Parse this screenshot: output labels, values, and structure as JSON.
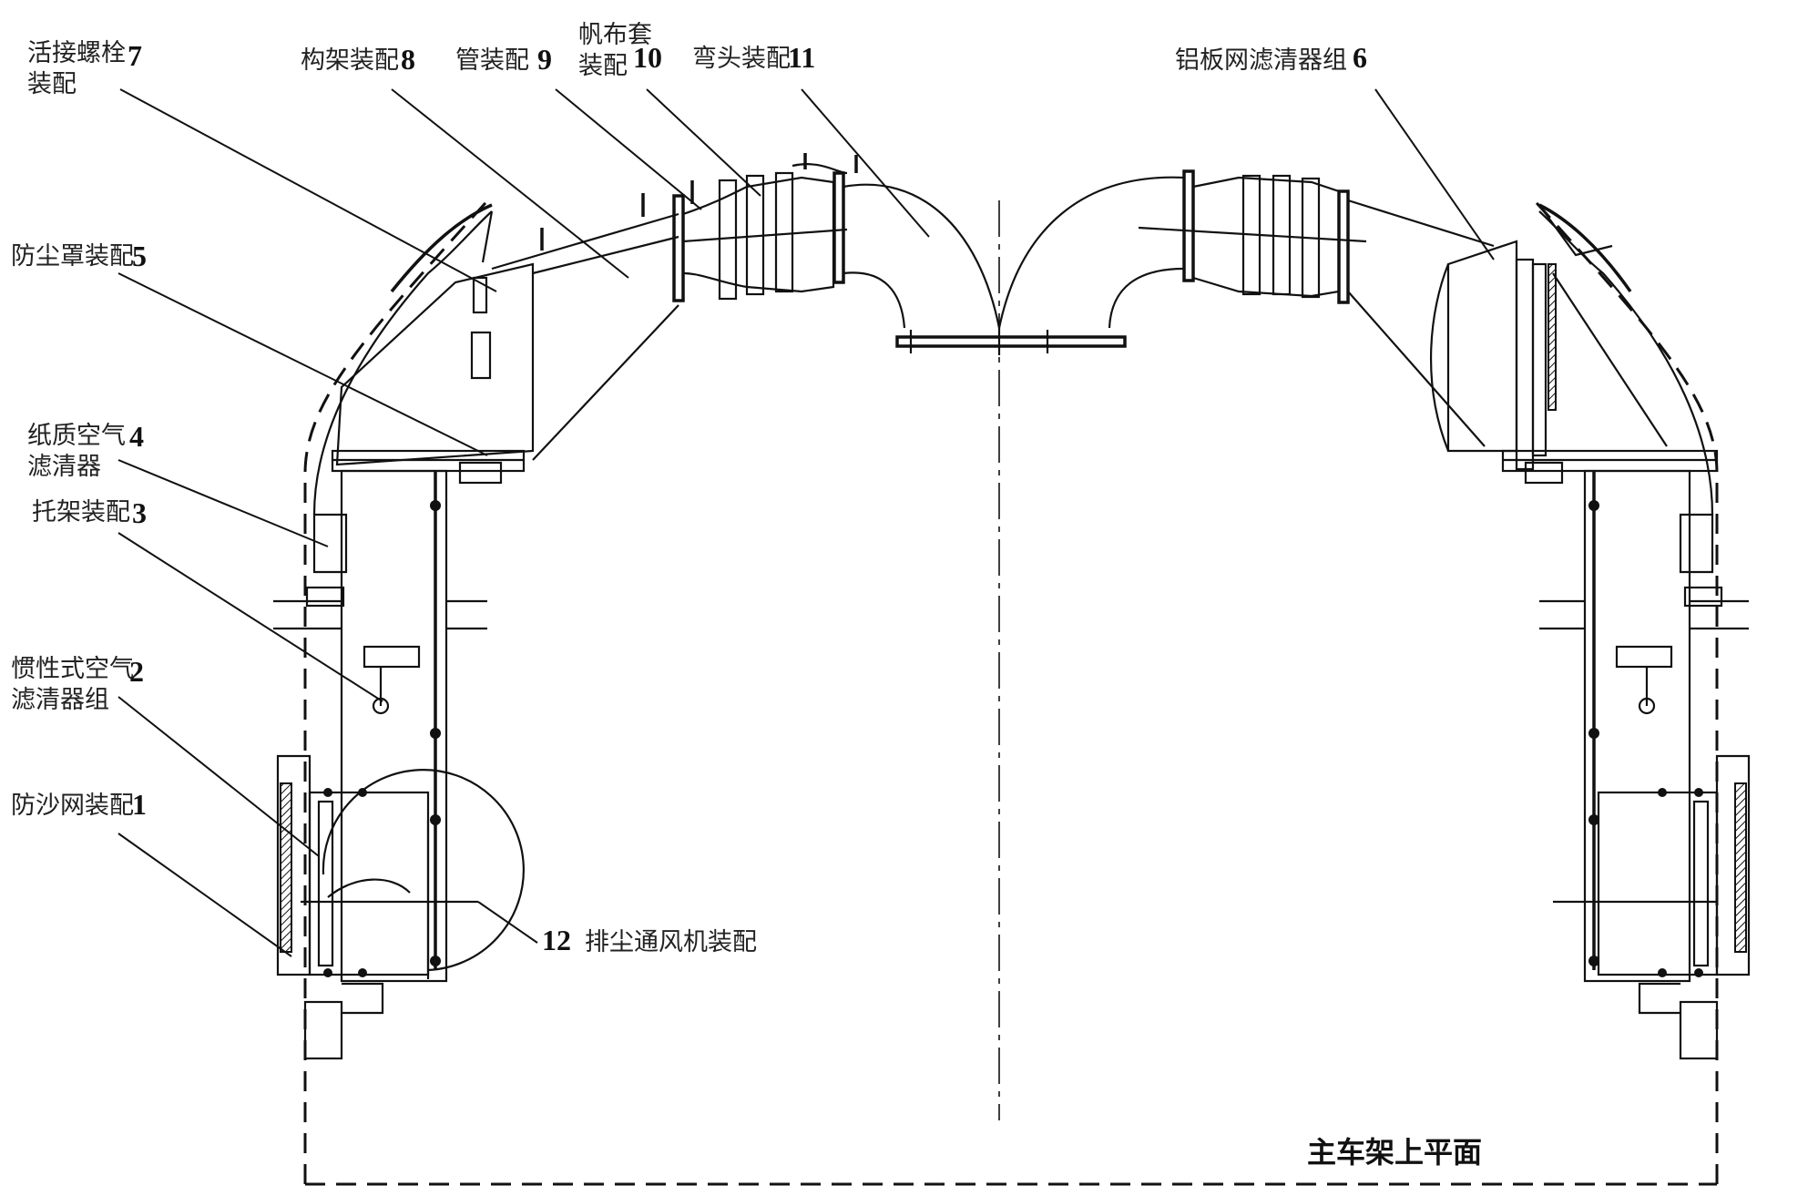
{
  "parts": [
    {
      "number": "1",
      "name": "防沙网装配"
    },
    {
      "number": "2",
      "name": "惯性式空气滤清器组",
      "name_lines": [
        "惯性式空气",
        "滤清器组"
      ]
    },
    {
      "number": "3",
      "name": "托架装配"
    },
    {
      "number": "4",
      "name": "纸质空气滤清器",
      "name_lines": [
        "纸质空气",
        "滤清器"
      ]
    },
    {
      "number": "5",
      "name": "防尘罩装配"
    },
    {
      "number": "6",
      "name": "铝板网滤清器组"
    },
    {
      "number": "7",
      "name": "活接螺栓装配",
      "name_lines": [
        "活接螺栓",
        "装配"
      ]
    },
    {
      "number": "8",
      "name": "构架装配"
    },
    {
      "number": "9",
      "name": "管装配"
    },
    {
      "number": "10",
      "name": "帆布套装配",
      "name_lines": [
        "帆布套",
        "装配"
      ]
    },
    {
      "number": "11",
      "name": "弯头装配"
    },
    {
      "number": "12",
      "name": "排尘通风机装配"
    }
  ],
  "reference_plane": "主车架上平面"
}
